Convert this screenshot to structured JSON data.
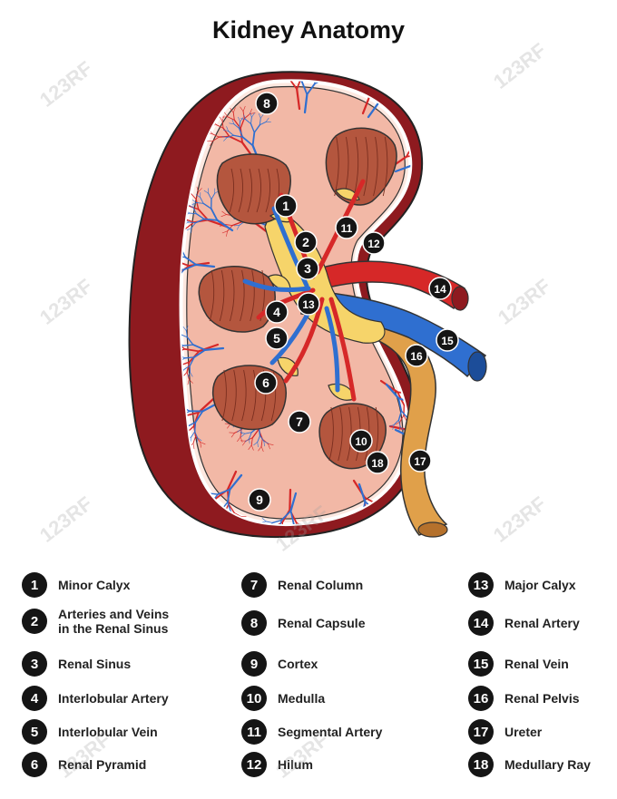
{
  "title": "Kidney Anatomy",
  "watermark": "123RF",
  "colors": {
    "capsule": "#8e1a1f",
    "cortex": "#f2b8a6",
    "pyramid": "#b4563e",
    "artery": "#d62828",
    "vein": "#2f6fd0",
    "ureter": "#e0a04a",
    "calyx": "#f6d46a",
    "badge": "#151515"
  },
  "legend": [
    {
      "number": "1",
      "label": "Minor Calyx"
    },
    {
      "number": "2",
      "label": "Arteries and Veins\nin the Renal Sinus"
    },
    {
      "number": "3",
      "label": "Renal Sinus"
    },
    {
      "number": "4",
      "label": "Interlobular Artery"
    },
    {
      "number": "5",
      "label": "Interlobular Vein"
    },
    {
      "number": "6",
      "label": "Renal Pyramid"
    },
    {
      "number": "7",
      "label": "Renal Column"
    },
    {
      "number": "8",
      "label": "Renal Capsule"
    },
    {
      "number": "9",
      "label": "Cortex"
    },
    {
      "number": "10",
      "label": "Medulla"
    },
    {
      "number": "11",
      "label": "Segmental Artery"
    },
    {
      "number": "12",
      "label": "Hilum"
    },
    {
      "number": "13",
      "label": "Major Calyx"
    },
    {
      "number": "14",
      "label": "Renal Artery"
    },
    {
      "number": "15",
      "label": "Renal Vein"
    },
    {
      "number": "16",
      "label": "Renal Pelvis"
    },
    {
      "number": "17",
      "label": "Ureter"
    },
    {
      "number": "18",
      "label": "Medullary Ray"
    }
  ],
  "markers": [
    "1",
    "2",
    "3",
    "4",
    "5",
    "6",
    "7",
    "8",
    "9",
    "10",
    "11",
    "12",
    "13",
    "14",
    "15",
    "16",
    "17",
    "18"
  ]
}
